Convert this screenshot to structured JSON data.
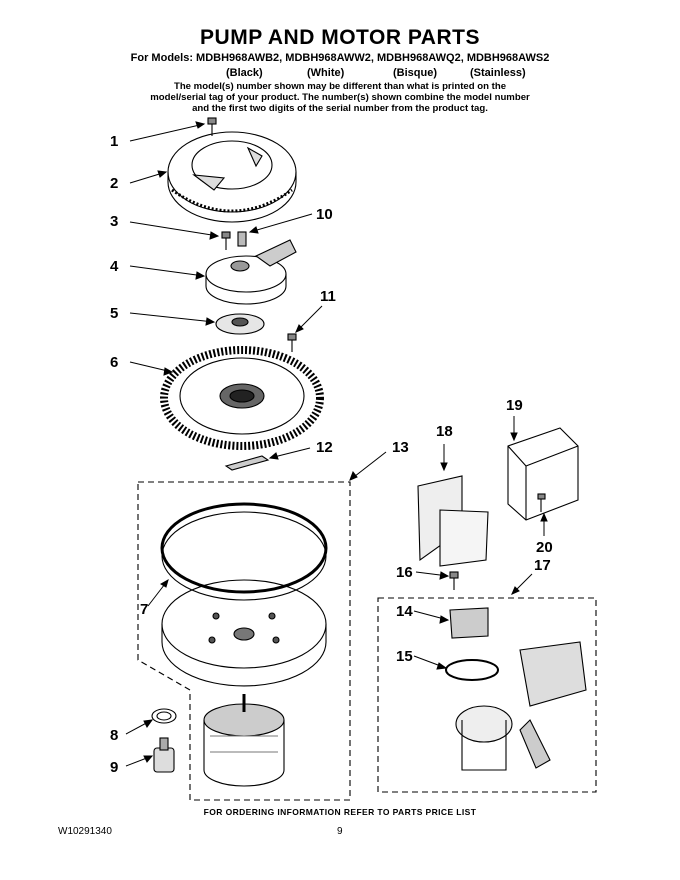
{
  "header": {
    "title": "PUMP AND MOTOR PARTS",
    "models": "For Models: MDBH968AWB2, MDBH968AWW2, MDBH968AWQ2, MDBH968AWS2",
    "colors": [
      "(Black)",
      "(White)",
      "(Bisque)",
      "(Stainless)"
    ],
    "note": "The model(s) number shown may be different than what is printed on the model/serial tag of your product. The number(s) shown combine the model number and the first two digits of the serial number from the product tag."
  },
  "callouts": [
    "1",
    "2",
    "3",
    "4",
    "5",
    "6",
    "7",
    "8",
    "9",
    "10",
    "11",
    "12",
    "13",
    "14",
    "15",
    "16",
    "17",
    "18",
    "19",
    "20"
  ],
  "footer": {
    "ordering": "FOR ORDERING INFORMATION REFER TO PARTS PRICE LIST",
    "doc_number": "W10291340",
    "page_number": "9"
  }
}
